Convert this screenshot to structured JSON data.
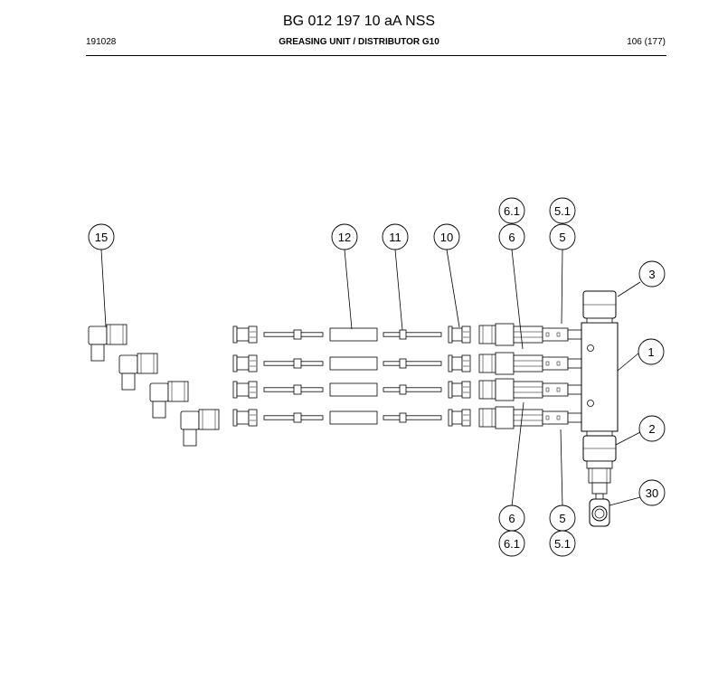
{
  "header": {
    "document_title": "BG 012 197 10 aA NSS",
    "doc_code": "191028",
    "section_title": "GREASING UNIT / DISTRIBUTOR G10",
    "page": "106 (177)"
  },
  "callouts": {
    "c15": "15",
    "c12": "12",
    "c11": "11",
    "c10": "10",
    "c6_top": "6",
    "c6_1_top": "6.1",
    "c5_top": "5",
    "c5_1_top": "5.1",
    "c3": "3",
    "c1": "1",
    "c2": "2",
    "c30": "30",
    "c6_bottom": "6",
    "c6_1_bottom": "6.1",
    "c5_bottom": "5",
    "c5_1_bottom": "5.1"
  }
}
